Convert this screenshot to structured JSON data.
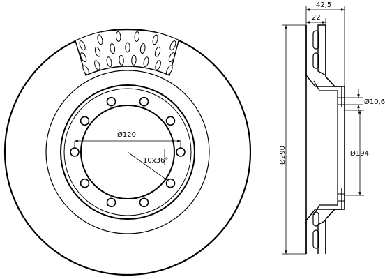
{
  "colors": {
    "line": "#000000",
    "background": "#ffffff"
  },
  "diagram": {
    "front_view": {
      "bolt_hole_count": 10,
      "vent_hole_count": 21,
      "dimension_pcd": "Ø120",
      "dimension_holes": "10x36°"
    },
    "side_view": {
      "dimension_total_thickness": "42,5",
      "dimension_disc_thickness": "22",
      "dimension_outer_diameter": "Ø290",
      "dimension_hole_diameter": "Ø10,6",
      "dimension_hat_diameter": "Ø194"
    }
  }
}
